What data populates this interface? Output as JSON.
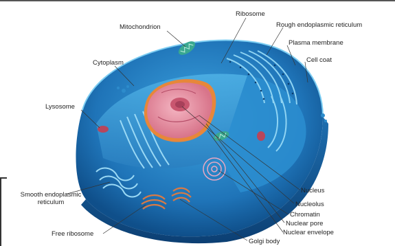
{
  "diagram": {
    "labels": {
      "ribosome": "Ribosome",
      "mitochondrion": "Mitochondrion",
      "rough_er": "Rough endoplasmic reticulum",
      "plasma_membrane": "Plasma membrane",
      "cytoplasm": "Cytoplasm",
      "cell_coat": "Cell coat",
      "lysosome": "Lysosome",
      "nucleus": "Nucleus",
      "nucleolus": "Nucleolus",
      "smooth_er_line1": "Smooth endoplasmic",
      "smooth_er_line2": "reticulum",
      "chromatin": "Chromatin",
      "nuclear_pore": "Nuclear pore",
      "free_ribosome": "Free ribosome",
      "nuclear_envelope": "Nuclear envelope",
      "golgi_body": "Golgi body"
    },
    "colors": {
      "cytoplasm": "#2a86c8",
      "membrane": "#1a5fa0",
      "nucleus": "#e58a9a",
      "nucleolus": "#c0546e",
      "envelope": "#e0823a",
      "mitochondria": "#3aa890",
      "organelle_blue": "#6fc0e8"
    }
  }
}
